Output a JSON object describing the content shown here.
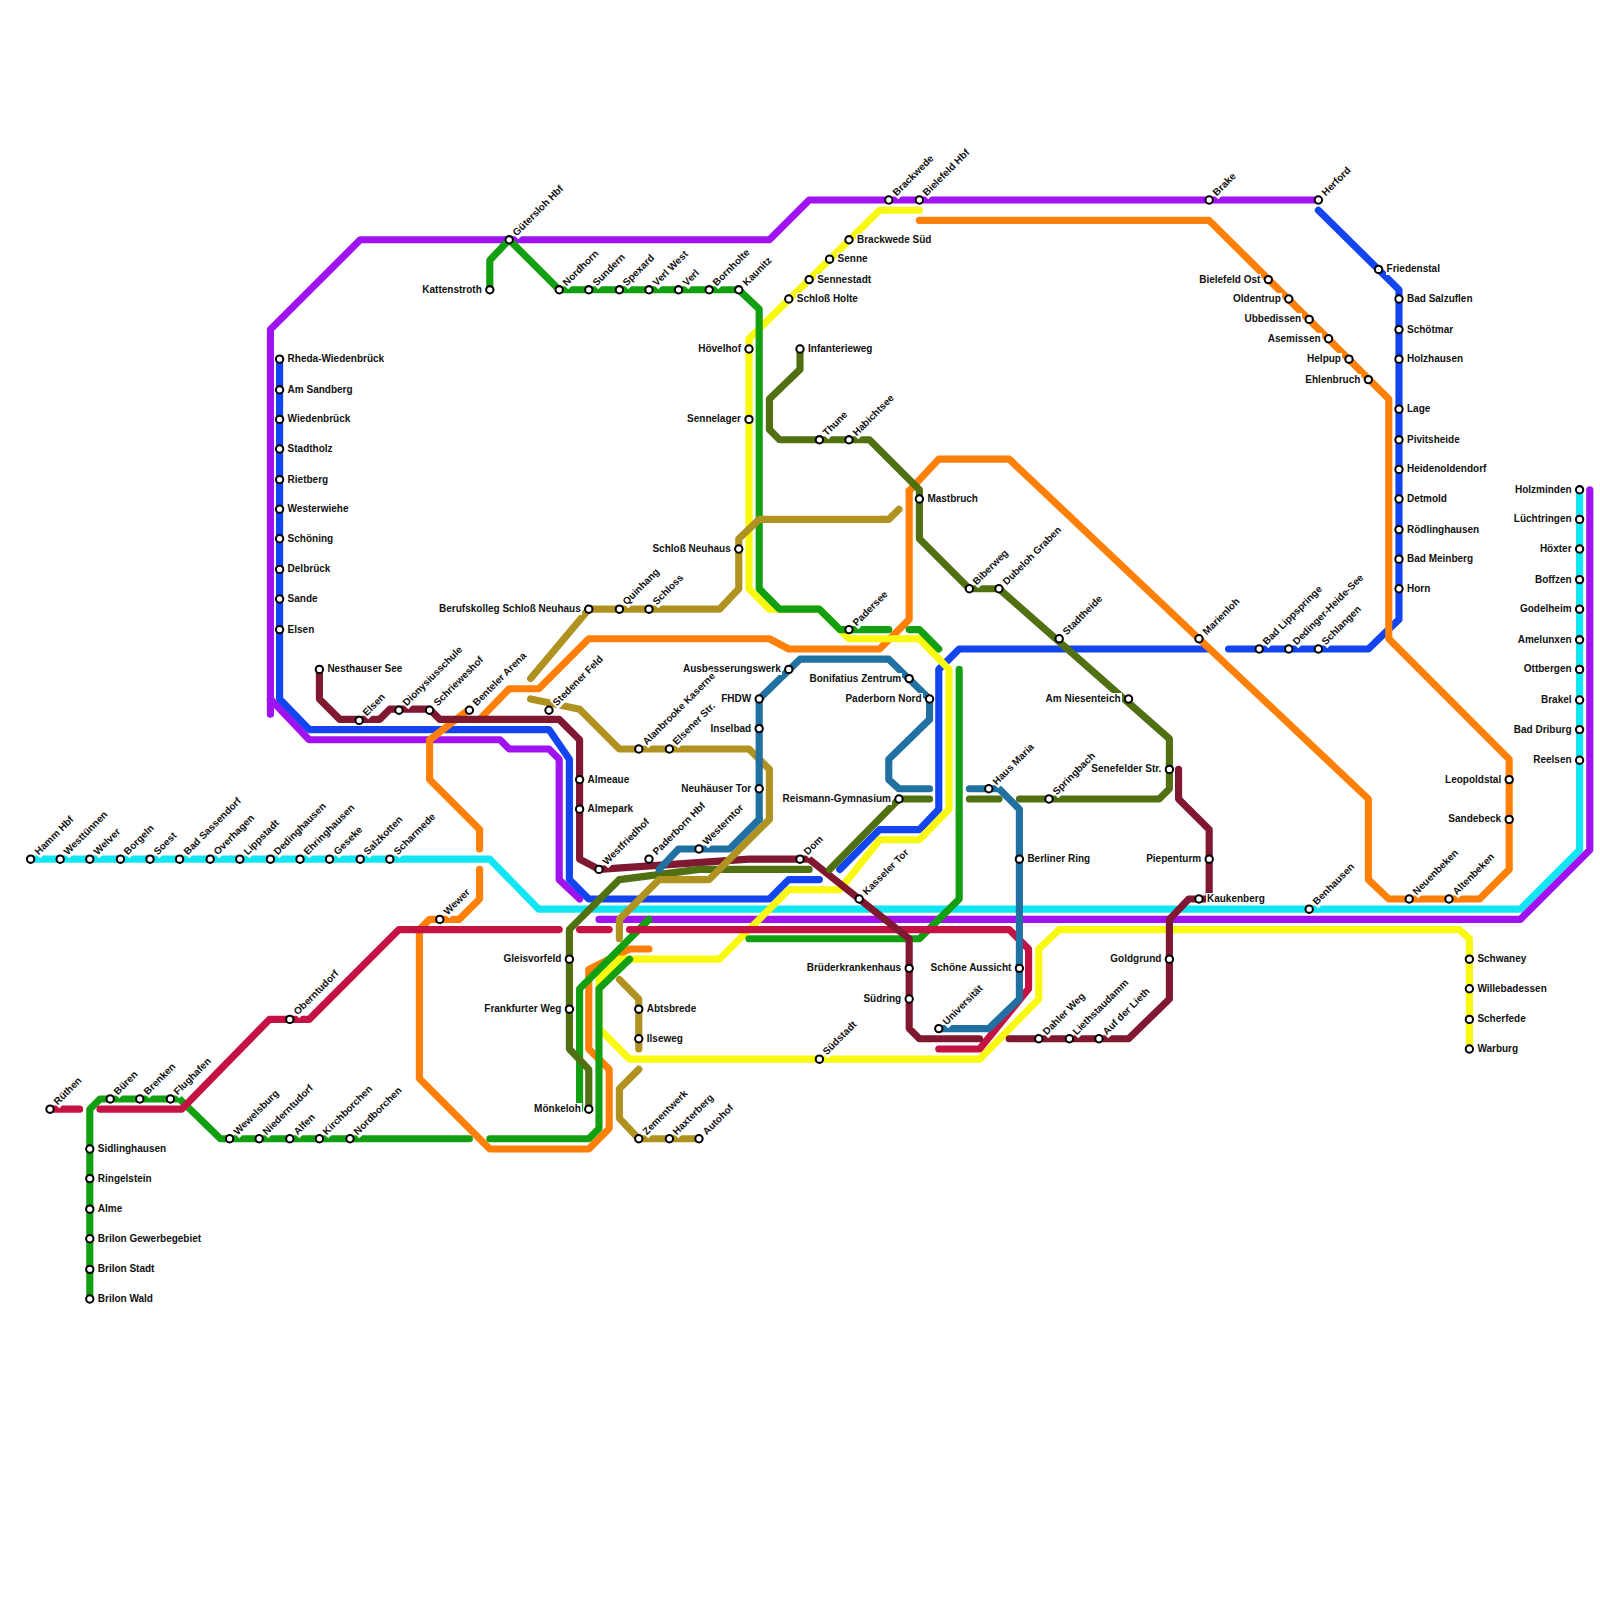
{
  "diagram": {
    "labels": [
      "Hamm Hbf",
      "Westtünnen",
      "Welver",
      "Borgeln",
      "Soest",
      "Bad Sassendorf",
      "Overhagen",
      "Lippstadt",
      "Dedinghausen",
      "Ehringhausen",
      "Geseke",
      "Salzkotten",
      "Scharmede",
      "Rheda-Wiedenbrück",
      "Am Sandberg",
      "Wiedenbrück",
      "Stadtholz",
      "Rietberg",
      "Westerwiehe",
      "Schöning",
      "Delbrück",
      "Sande",
      "Elsen",
      "Nesthauser See",
      "Elsen",
      "Dionysiusschule",
      "Schrieweshof",
      "Benteler Arena",
      "Stedener Feld",
      "Almeaue",
      "Almepark",
      "Westfriedhof",
      "Paderborn Hbf",
      "Westerntor",
      "Dom",
      "Kasseler Tor",
      "Gleisvorfeld",
      "Frankfurter Weg",
      "Abtsbrede",
      "Ilseweg",
      "Mönkeloh",
      "Zementwerk",
      "Haxterberg",
      "Autohof",
      "Gütersloh Hbf",
      "Kattenstroth",
      "Nordhorn",
      "Sundern",
      "Spexard",
      "Verl West",
      "Verl",
      "Bornholte",
      "Kaunitz",
      "Brackwede",
      "Bielefeld Hbf",
      "Brackwede Süd",
      "Senne",
      "Sennestadt",
      "Schloß Holte",
      "Hövelhof",
      "Infanterieweg",
      "Sennelager",
      "Thune",
      "Habichtsee",
      "Mastbruch",
      "Schloß Neuhaus",
      "Berufskolleg Schloß Neuhaus",
      "Quinhang",
      "Schloss",
      "Padersee",
      "Ausbesserungswerk",
      "Bonifatius Zentrum",
      "Paderborn Nord",
      "FHDW",
      "Inselbad",
      "Alanbrooke Kaserne",
      "Elsener Str.",
      "Neuhäuser Tor",
      "Reismann-Gymnasium",
      "Brüderkrankenhaus",
      "Südring",
      "Südstadt",
      "Universität",
      "Schöne Aussicht",
      "Haus Maria",
      "Springbach",
      "Berliner Ring",
      "Dahler Weg",
      "Liethstaudamm",
      "Auf der Lieth",
      "Goldgrund",
      "Piepenturm",
      "Kaukenberg",
      "Senefelder Str.",
      "Am Niesenteich",
      "Stadtheide",
      "Biberweg",
      "Dubeloh Graben",
      "Marienloh",
      "Bad Lippspringe",
      "Dedinger-Heide-See",
      "Schlangen",
      "Benhausen",
      "Neuenbeken",
      "Altenbeken",
      "Schwaney",
      "Willebadessen",
      "Scherfede",
      "Warburg",
      "Leopoldstal",
      "Sandebeck",
      "Brake",
      "Herford",
      "Friedenstal",
      "Bielefeld Ost",
      "Oldentrup",
      "Ubbedissen",
      "Asemissen",
      "Helpup",
      "Ehlenbruch",
      "Bad Salzuflen",
      "Schötmar",
      "Holzhausen",
      "Lage",
      "Pivitsheide",
      "Heidenoldendorf",
      "Detmold",
      "Rödlinghausen",
      "Bad Meinberg",
      "Horn",
      "Holzminden",
      "Lüchtringen",
      "Höxter",
      "Boffzen",
      "Godelheim",
      "Amelunxen",
      "Ottbergen",
      "Brakel",
      "Bad Driburg",
      "Reelsen",
      "Rüthen",
      "Büren",
      "Brenken",
      "Flughafen",
      "Sidlinghausen",
      "Ringelstein",
      "Alme",
      "Brilon Gewerbegebiet",
      "Brilon Stadt",
      "Brilon Wald",
      "Wewelsburg",
      "Niederntudorf",
      "Alfen",
      "Kirchborchen",
      "Nordborchen",
      "Oberntudorf",
      "Wewer"
    ]
  }
}
